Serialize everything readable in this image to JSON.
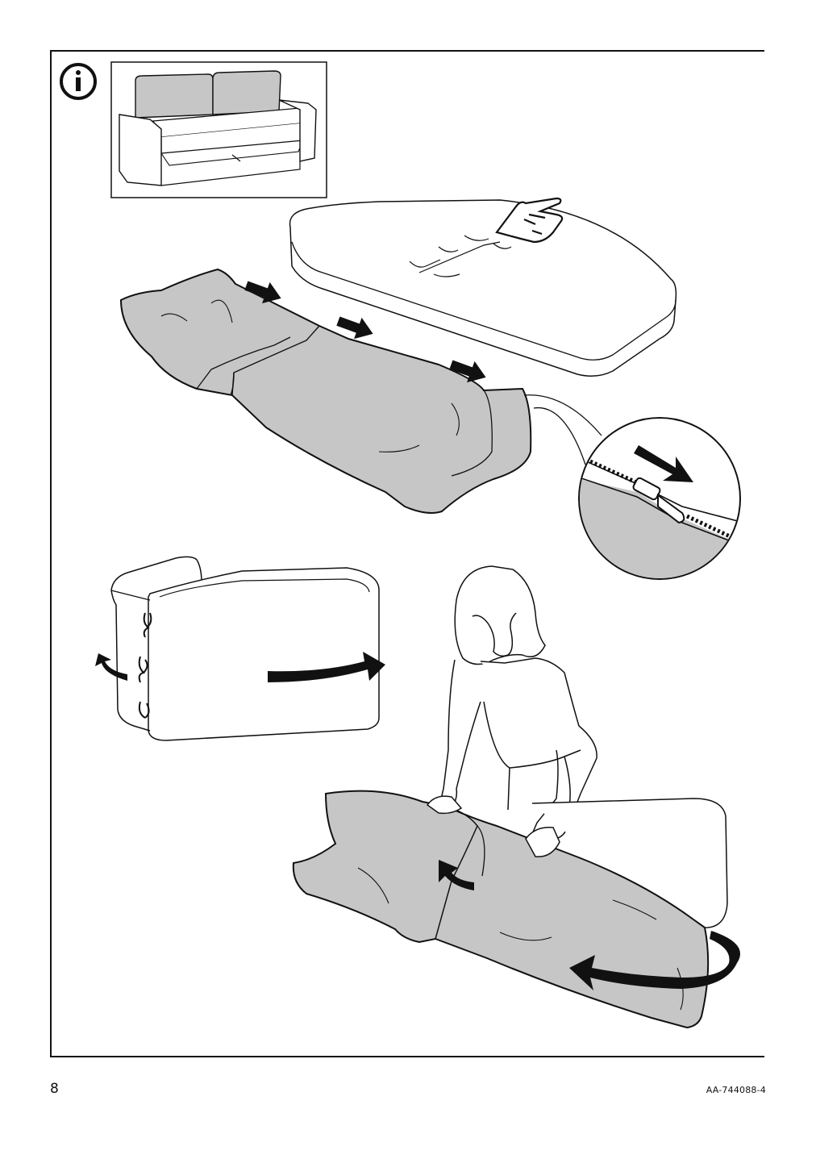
{
  "page": {
    "number": "8",
    "document_code": "AA-744088-4"
  },
  "info_icon": {
    "glyph": "i",
    "meaning": "information"
  },
  "colors": {
    "line": "#111111",
    "fabric_fill": "#c6c6c6",
    "paper": "#ffffff"
  }
}
